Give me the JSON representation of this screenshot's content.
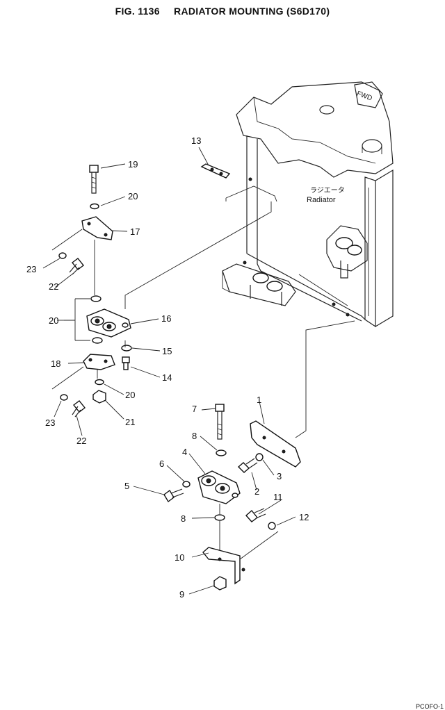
{
  "title": {
    "fig": "FIG. 1136",
    "name": "RADIATOR MOUNTING (S6D170)"
  },
  "component": {
    "jp_label": "ラジエータ",
    "en_label": "Radiator",
    "fwd_label": "FWD"
  },
  "callouts": {
    "c1": "1",
    "c2": "2",
    "c3": "3",
    "c4": "4",
    "c5": "5",
    "c6": "6",
    "c7": "7",
    "c8a": "8",
    "c8b": "8",
    "c9": "9",
    "c10": "10",
    "c11": "11",
    "c12": "12",
    "c13": "13",
    "c14": "14",
    "c15": "15",
    "c16": "16",
    "c17": "17",
    "c18": "18",
    "c19": "19",
    "c20a": "20",
    "c20b": "20",
    "c20c": "20",
    "c21": "21",
    "c22a": "22",
    "c22b": "22",
    "c23a": "23",
    "c23b": "23"
  },
  "page_code": "PCOFO-1"
}
